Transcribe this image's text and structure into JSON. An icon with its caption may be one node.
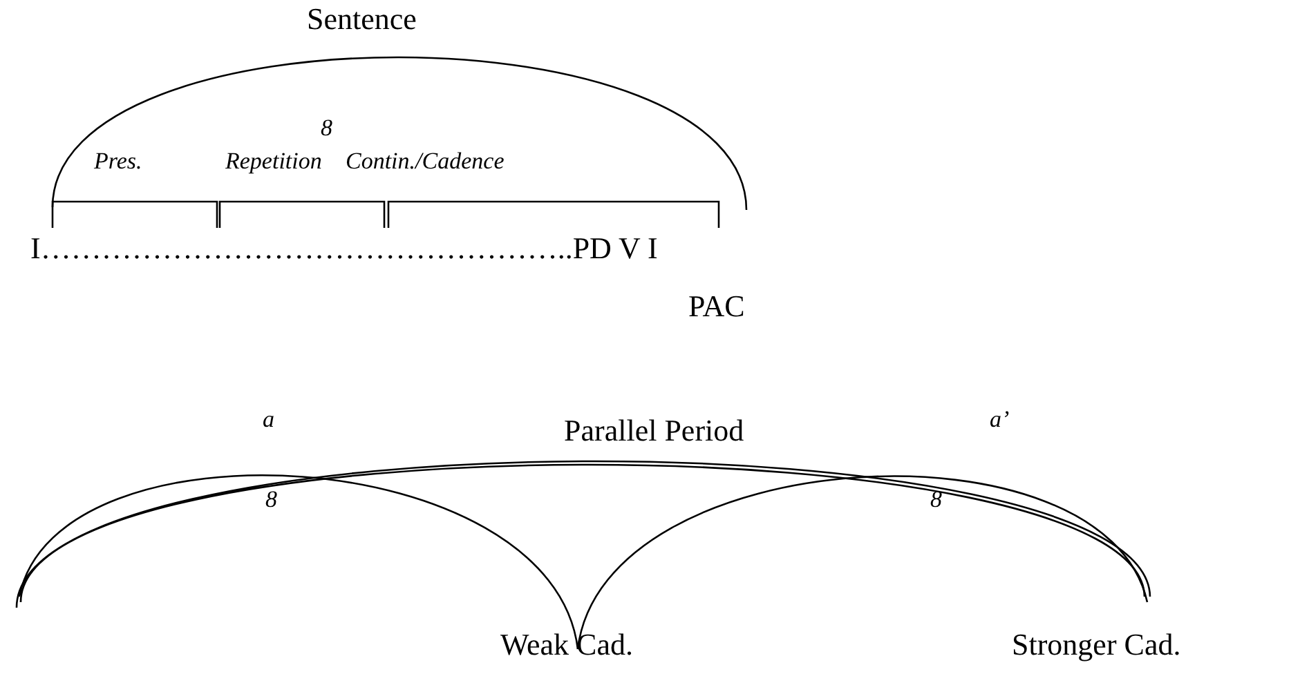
{
  "diagram": {
    "labels": [
      "Sentence",
      "8",
      "Pres.",
      "Repetition",
      "Contin./Cadence",
      "I……………………………………………..PD V I",
      "PAC",
      "a",
      "Parallel Period",
      "a’",
      "8",
      "8",
      "Weak Cad.",
      "Stronger Cad."
    ]
  }
}
